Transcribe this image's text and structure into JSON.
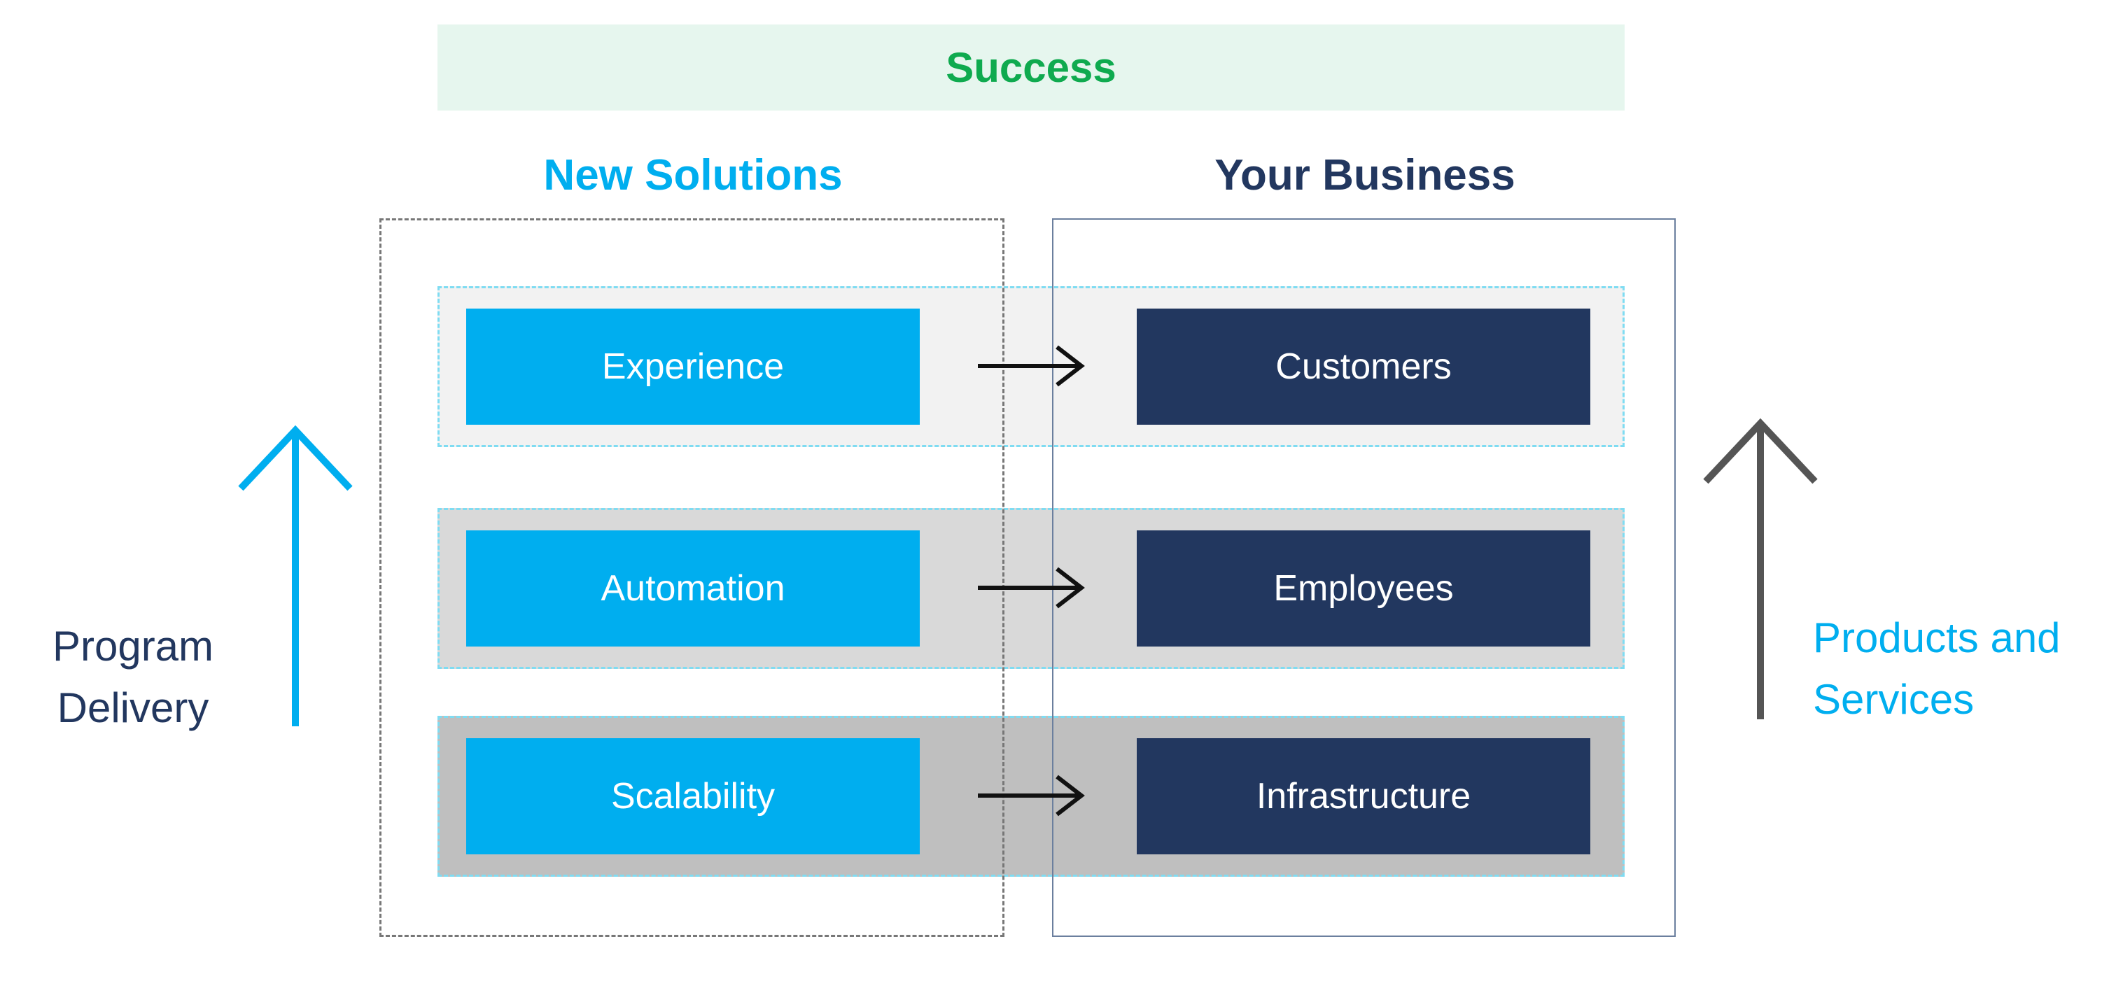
{
  "title": "Success",
  "columns": {
    "solutions_title": "New Solutions",
    "business_title": "Your Business"
  },
  "rows": [
    {
      "solution": "Experience",
      "business": "Customers"
    },
    {
      "solution": "Automation",
      "business": "Employees"
    },
    {
      "solution": "Scalability",
      "business": "Infrastructure"
    }
  ],
  "side_labels": {
    "left_line1": "Program",
    "left_line2": "Delivery",
    "right_line1": "Products and",
    "right_line2": "Services"
  },
  "colors": {
    "success_green": "#0faa4f",
    "success_band": "#e6f6ee",
    "accent_blue": "#00aeef",
    "navy": "#22375f",
    "arrow_gray": "#555555"
  },
  "icons": {
    "flow_arrow": "right-arrow-icon",
    "left_side_arrow": "up-arrow-icon",
    "right_side_arrow": "up-arrow-icon"
  }
}
